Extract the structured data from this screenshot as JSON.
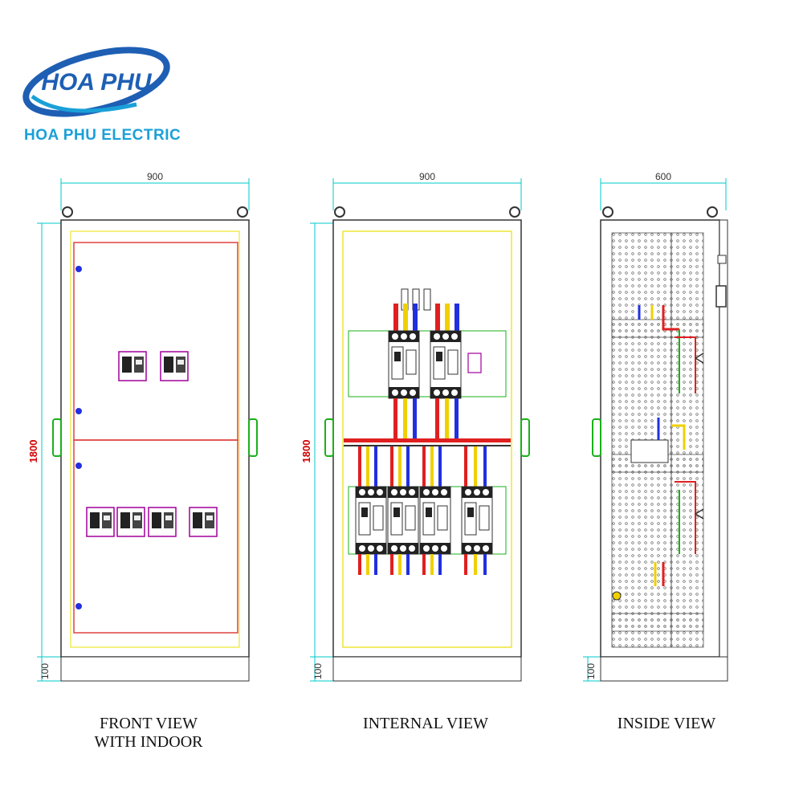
{
  "brand": {
    "logo_text": "HOA PHU",
    "name": "HOA PHU ELECTRIC",
    "colors": {
      "primary": "#1e5fb4",
      "accent": "#1aa0d8"
    }
  },
  "views": [
    {
      "id": "front",
      "width_dim": "900",
      "height_dim": "1800",
      "base_dim": "100",
      "caption_lines": [
        "FRONT VIEW",
        "WITH INDOOR"
      ]
    },
    {
      "id": "internal",
      "width_dim": "900",
      "height_dim": "1800",
      "base_dim": "100",
      "caption_lines": [
        "INTERNAL VIEW"
      ]
    },
    {
      "id": "inside",
      "width_dim": "600",
      "base_dim": "100",
      "caption_lines": [
        "INSIDE VIEW"
      ]
    }
  ],
  "colors": {
    "dimension": "#00c8c8",
    "height_dim_text": "#d00000",
    "door_border": "#e04040",
    "frame_yellow": "#e8e000",
    "handle_green": "#1ab01a",
    "breaker_purple": "#a0009a",
    "bus_red": "#e02020",
    "bus_blue": "#2030e0",
    "bus_yellow": "#f0d000",
    "outline": "#333333"
  }
}
